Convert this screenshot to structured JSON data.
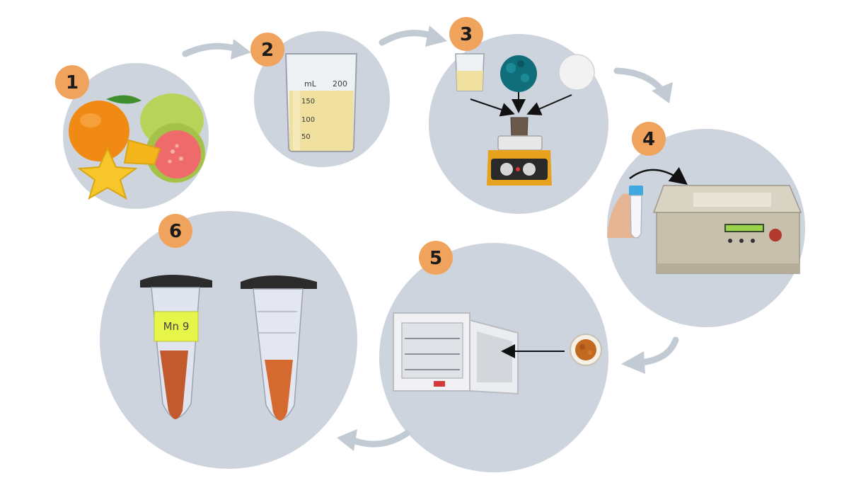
{
  "colors": {
    "circle": "#cdd4de",
    "badge": "#f0a35c",
    "flow_arrow": "#c2cad4",
    "pointer_arrow": "#111111",
    "fruit_orange": "#f08a14",
    "guava_skin": "#b9d35a",
    "guava_flesh": "#ef6b6b",
    "star_fruit": "#f6c62a",
    "juice": "#efe0a0",
    "blue_powder": "#0f6e7a",
    "white_powder": "#f2f2f2",
    "hotplate_base": "#e6a21c",
    "centrifuge_body": "#c7c0ad",
    "oven_body": "#f1f1f3",
    "brown_powder": "#c2691f",
    "tube_fill": "#c25a2e",
    "tube_label": "#e7f54a"
  },
  "steps": [
    {
      "number": "1",
      "icon": "fruits-icon"
    },
    {
      "number": "2",
      "icon": "beaker-juice-icon"
    },
    {
      "number": "3",
      "icon": "stirring-hotplate-icon"
    },
    {
      "number": "4",
      "icon": "centrifuge-icon"
    },
    {
      "number": "5",
      "icon": "drying-oven-icon"
    },
    {
      "number": "6",
      "icon": "microcentrifuge-tubes-icon"
    }
  ],
  "flow_arrows": [
    {
      "from": "1",
      "to": "2",
      "icon": "curved-arrow-icon"
    },
    {
      "from": "2",
      "to": "3",
      "icon": "curved-arrow-icon"
    },
    {
      "from": "3",
      "to": "4",
      "icon": "curved-arrow-icon"
    },
    {
      "from": "4",
      "to": "5",
      "icon": "curved-arrow-icon"
    },
    {
      "from": "5",
      "to": "6",
      "icon": "curved-arrow-icon"
    }
  ],
  "beaker_scale": [
    "mL",
    "200",
    "150",
    "100",
    "50"
  ],
  "tube_label_text": "Mn 9"
}
